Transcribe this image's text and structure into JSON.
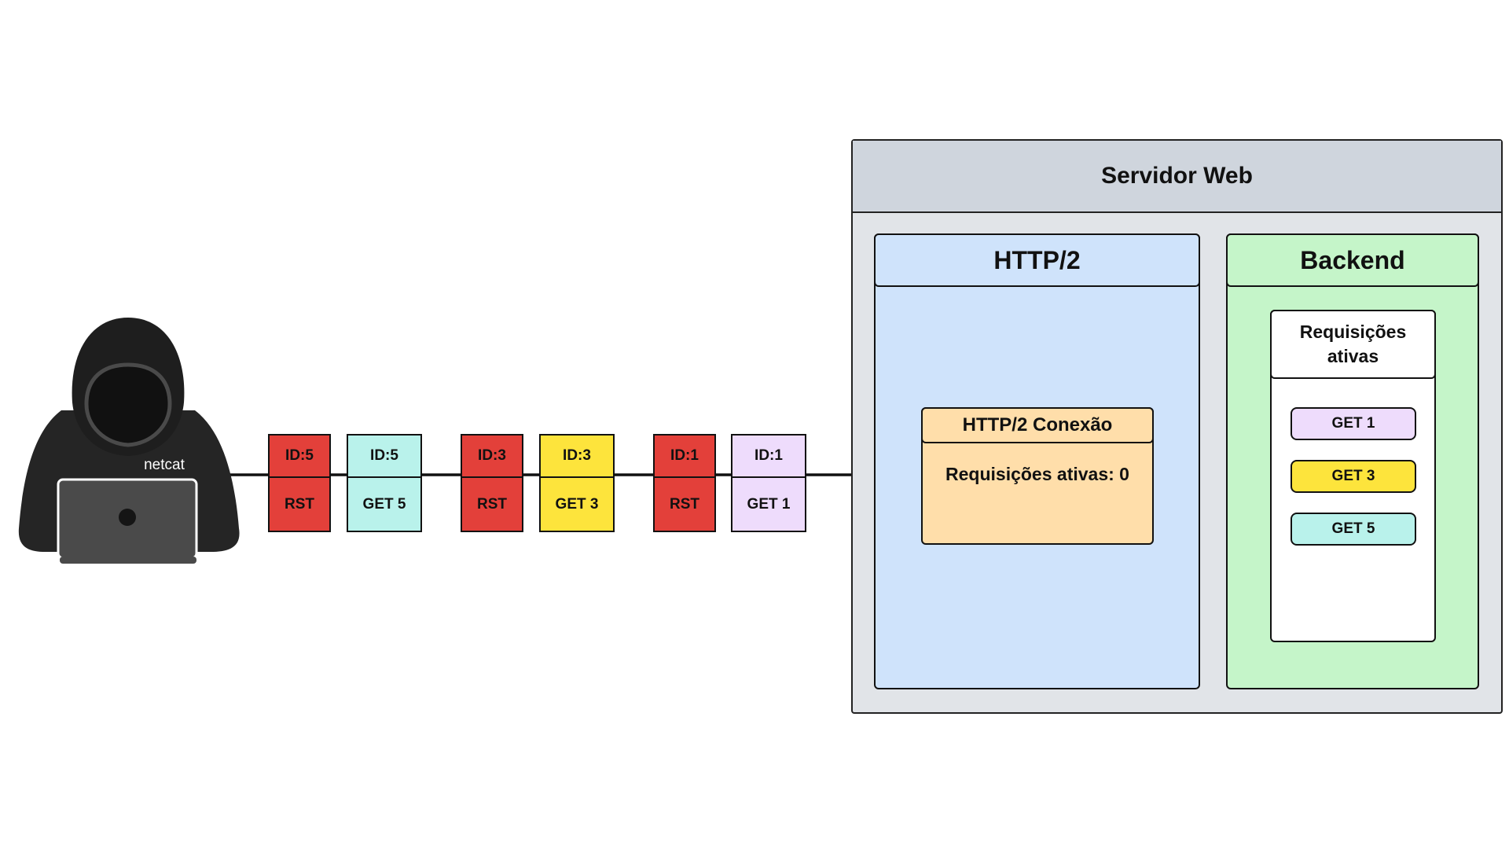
{
  "client": {
    "label": "netcat"
  },
  "frames": [
    {
      "id_label": "ID:5",
      "type_label": "RST",
      "id_color": "#e3403a",
      "type_color": "#e3403a"
    },
    {
      "id_label": "ID:5",
      "type_label": "GET 5",
      "id_color": "#b9f2eb",
      "type_color": "#b9f2eb"
    },
    {
      "id_label": "ID:3",
      "type_label": "RST",
      "id_color": "#e3403a",
      "type_color": "#e3403a"
    },
    {
      "id_label": "ID:3",
      "type_label": "GET 3",
      "id_color": "#fde43c",
      "type_color": "#fde43c"
    },
    {
      "id_label": "ID:1",
      "type_label": "RST",
      "id_color": "#e3403a",
      "type_color": "#e3403a"
    },
    {
      "id_label": "ID:1",
      "type_label": "GET 1",
      "id_color": "#eedcfc",
      "type_color": "#eedcfc"
    }
  ],
  "server": {
    "title": "Servidor Web",
    "http2": {
      "title": "HTTP/2",
      "connection": {
        "title": "HTTP/2 Conexão",
        "status": "Requisições ativas: 0"
      }
    },
    "backend": {
      "title": "Backend",
      "requests_box": {
        "title": "Requisições ativas",
        "items": [
          {
            "label": "GET 1",
            "color": "#eedcfc"
          },
          {
            "label": "GET 3",
            "color": "#fde43c"
          },
          {
            "label": "GET 5",
            "color": "#b9f2eb"
          }
        ]
      }
    }
  }
}
